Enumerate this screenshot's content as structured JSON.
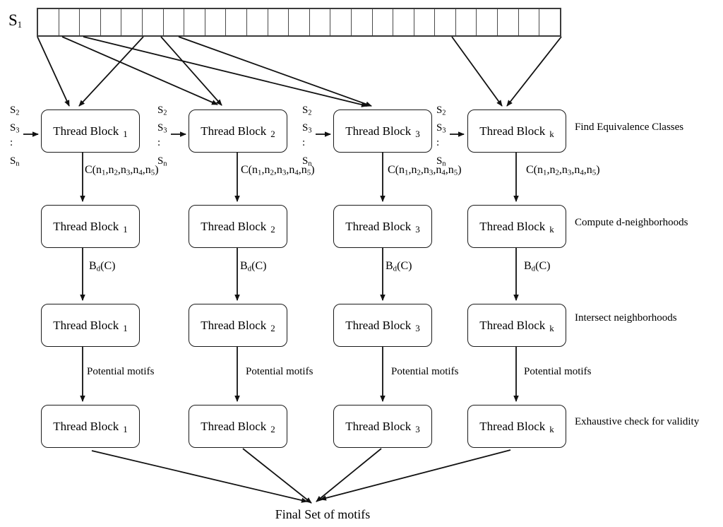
{
  "s1": [
    {
      "t": "S"
    },
    {
      "sub": "1"
    }
  ],
  "box": {
    "label": "Thread Block"
  },
  "columns": [
    {
      "sub": "1"
    },
    {
      "sub": "2"
    },
    {
      "sub": "3"
    },
    {
      "sub": "k"
    }
  ],
  "stack_items": [
    [
      {
        "t": "S"
      },
      {
        "sub": "2"
      }
    ],
    [
      {
        "t": "S"
      },
      {
        "sub": "3"
      }
    ],
    [
      {
        "t": ":"
      }
    ],
    [
      {
        "t": "S"
      },
      {
        "sub": "n"
      }
    ]
  ],
  "edge_labels": {
    "c": [
      {
        "t": "C(n"
      },
      {
        "sub": "1"
      },
      {
        "t": ",n"
      },
      {
        "sub": "2"
      },
      {
        "t": ",n"
      },
      {
        "sub": "3"
      },
      {
        "t": ",n"
      },
      {
        "sub": "4"
      },
      {
        "t": ",n"
      },
      {
        "sub": "5"
      },
      {
        "t": ")"
      }
    ],
    "b": [
      {
        "t": "B"
      },
      {
        "sub": "d"
      },
      {
        "t": "(C)"
      }
    ],
    "potential": "Potential motifs"
  },
  "right_labels": [
    "Find Equivalence Classes",
    "Compute d-neighborhoods",
    "Intersect neighborhoods",
    "Exhaustive check for validity"
  ],
  "final_label": "Final Set of motifs",
  "colors": {
    "line": "#111111",
    "box_border": "#1a1a1a",
    "background": "#ffffff"
  }
}
